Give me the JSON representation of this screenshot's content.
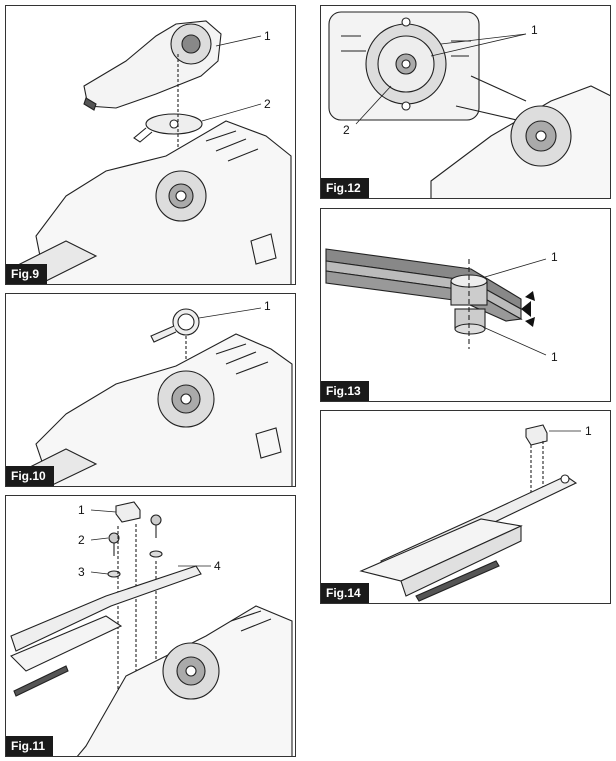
{
  "figures": [
    {
      "label": "Fig.9",
      "callouts": [
        "1",
        "2"
      ]
    },
    {
      "label": "Fig.10",
      "callouts": [
        "1"
      ]
    },
    {
      "label": "Fig.11",
      "callouts": [
        "1",
        "2",
        "3",
        "4"
      ]
    },
    {
      "label": "Fig.12",
      "callouts": [
        "1",
        "2"
      ]
    },
    {
      "label": "Fig.13",
      "callouts": [
        "1",
        "1"
      ]
    },
    {
      "label": "Fig.14",
      "callouts": [
        "1"
      ]
    }
  ],
  "icons": [
    "gear-housing-illustration",
    "bearing-plate-illustration",
    "blade-cover-illustration",
    "arrow-marker-icon"
  ]
}
